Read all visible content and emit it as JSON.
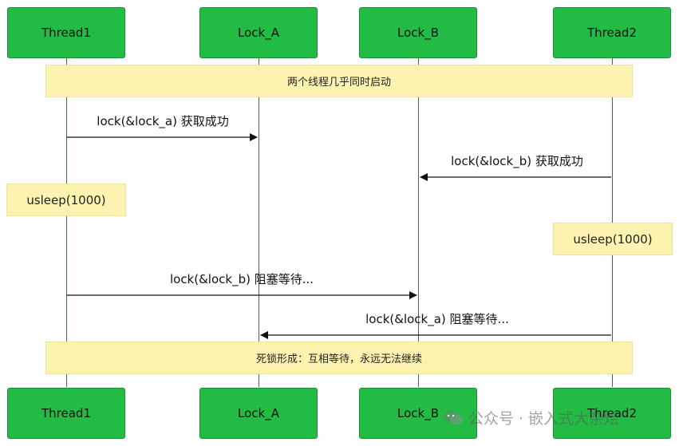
{
  "actors": {
    "thread1": "Thread1",
    "lock_a": "Lock_A",
    "lock_b": "Lock_B",
    "thread2": "Thread2"
  },
  "notes": {
    "start": "两个线程几乎同时启动",
    "t1_sleep": "usleep(1000)",
    "t2_sleep": "usleep(1000)",
    "deadlock": "死锁形成：互相等待，永远无法继续"
  },
  "messages": {
    "m1": "lock(&lock_a) 获取成功",
    "m2": "lock(&lock_b) 获取成功",
    "m3": "lock(&lock_b) 阻塞等待...",
    "m4": "lock(&lock_a) 阻塞等待..."
  },
  "watermark": "公众号 · 嵌入式大杂烩",
  "colors": {
    "actor_fill": "#22bb44",
    "note_fill": "#fdf3b0",
    "line": "#3a6b48"
  }
}
